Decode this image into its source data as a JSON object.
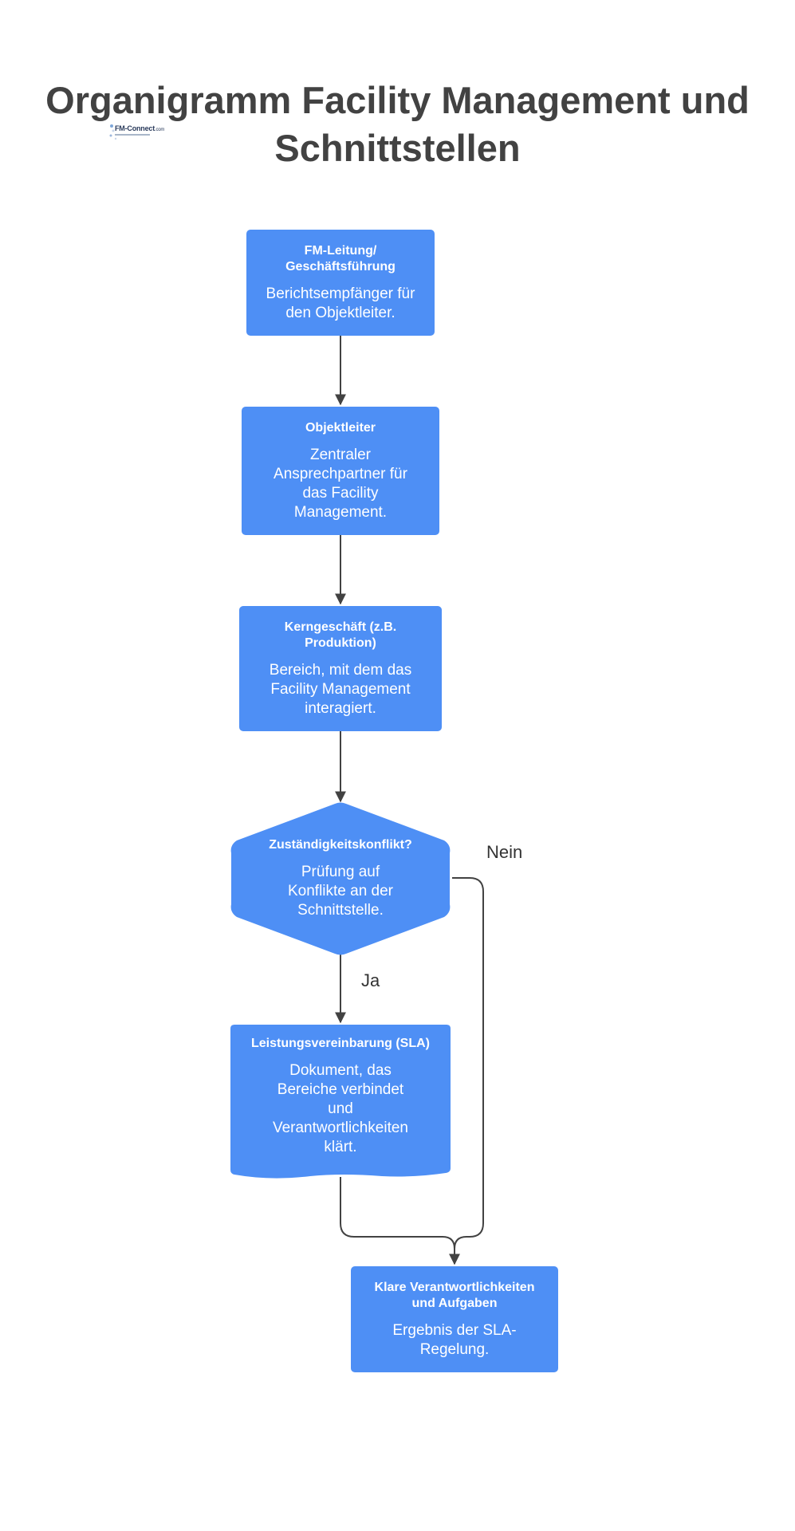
{
  "title": {
    "line1": "Organigramm Facility Management und",
    "line2": "Schnittstellen"
  },
  "logo": {
    "name": "FM-Connect",
    "suffix": ".com"
  },
  "colors": {
    "node_fill": "#4e8ff5",
    "node_text": "#ffffff",
    "title_text": "#424242",
    "edge": "#424242"
  },
  "nodes": {
    "leitung": {
      "heading": "FM-Leitung/ Geschäftsführung",
      "description": "Berichtsempfänger für den Objektleiter."
    },
    "objektleiter": {
      "heading": "Objektleiter",
      "description": "Zentraler Ansprechpartner für das Facility Management."
    },
    "kerngeschaeft": {
      "heading": "Kerngeschäft (z.B. Produktion)",
      "description": "Bereich, mit dem das Facility Management interagiert."
    },
    "konflikt": {
      "shape": "hexagon",
      "heading": "Zuständigkeitskonflikt?",
      "description": "Prüfung auf Konflikte an der Schnittstelle."
    },
    "sla": {
      "shape": "document",
      "heading": "Leistungsvereinbarung (SLA)",
      "description": "Dokument, das Bereiche verbindet und Verantwortlichkeiten klärt."
    },
    "ergebnis": {
      "heading": "Klare Verantwortlichkeiten und Aufgaben",
      "description": "Ergebnis der SLA-Regelung."
    }
  },
  "edges": {
    "ja": "Ja",
    "nein": "Nein"
  }
}
